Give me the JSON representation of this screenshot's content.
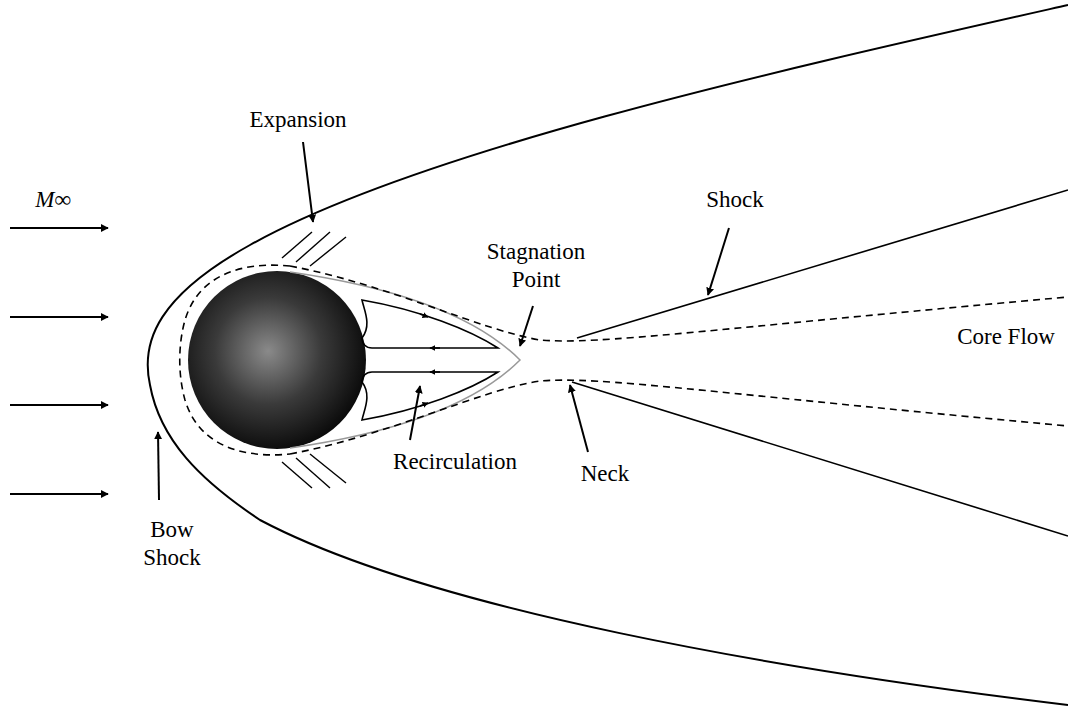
{
  "diagram": {
    "labels": [
      "M∞",
      "Expansion",
      "Shock",
      "Stagnation Point",
      "Core Flow",
      "Recirculation",
      "Neck",
      "Bow Shock"
    ]
  }
}
